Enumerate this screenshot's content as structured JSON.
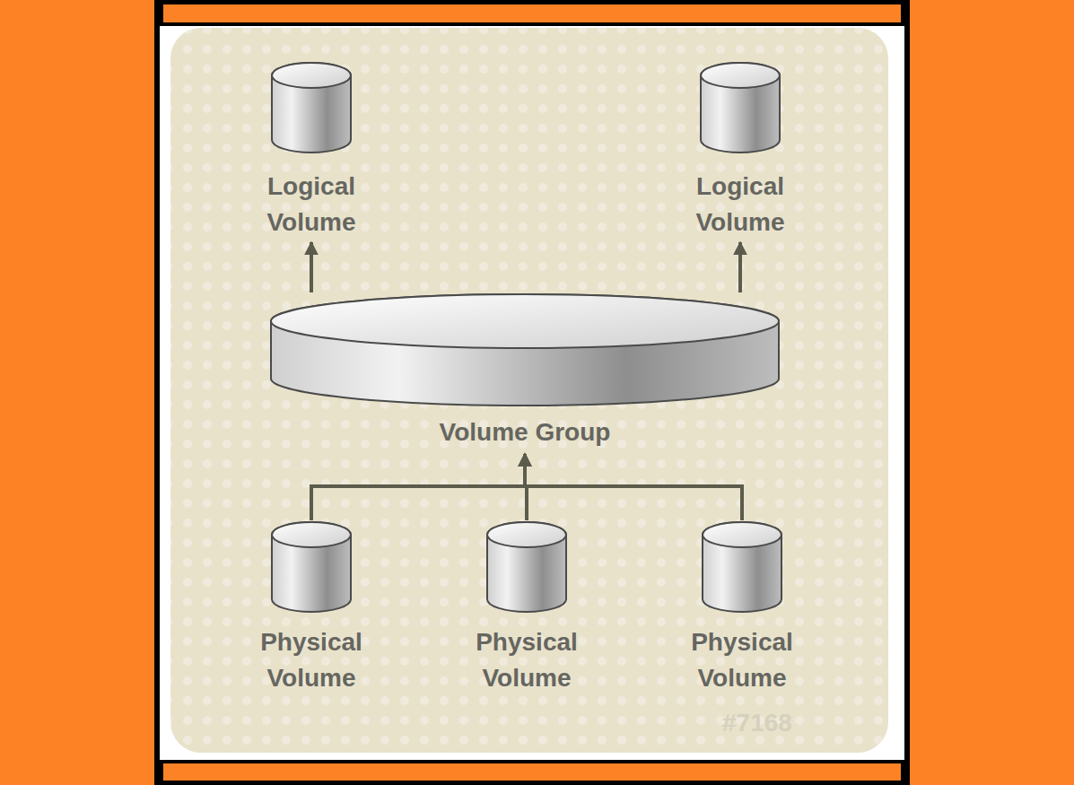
{
  "diagram": {
    "nodes": [
      {
        "text": [
          "Logical Volume"
        ]
      },
      {
        "text": [
          "Logical Volume"
        ]
      },
      {
        "text": [
          "Volume Group"
        ]
      },
      {
        "text": [
          "Physical Volume"
        ]
      },
      {
        "text": [
          "Physical Volume"
        ]
      },
      {
        "text": [
          "Physical Volume"
        ]
      }
    ],
    "edges": [
      {
        "from": 2,
        "to": 0,
        "arrow": "to"
      },
      {
        "from": 2,
        "to": 1,
        "arrow": "to"
      },
      {
        "from": 3,
        "to": 2,
        "arrow": "to"
      },
      {
        "from": 4,
        "to": 2,
        "arrow": "to"
      },
      {
        "from": 5,
        "to": 2,
        "arrow": "to"
      }
    ],
    "labels": [
      "#7168"
    ]
  }
}
